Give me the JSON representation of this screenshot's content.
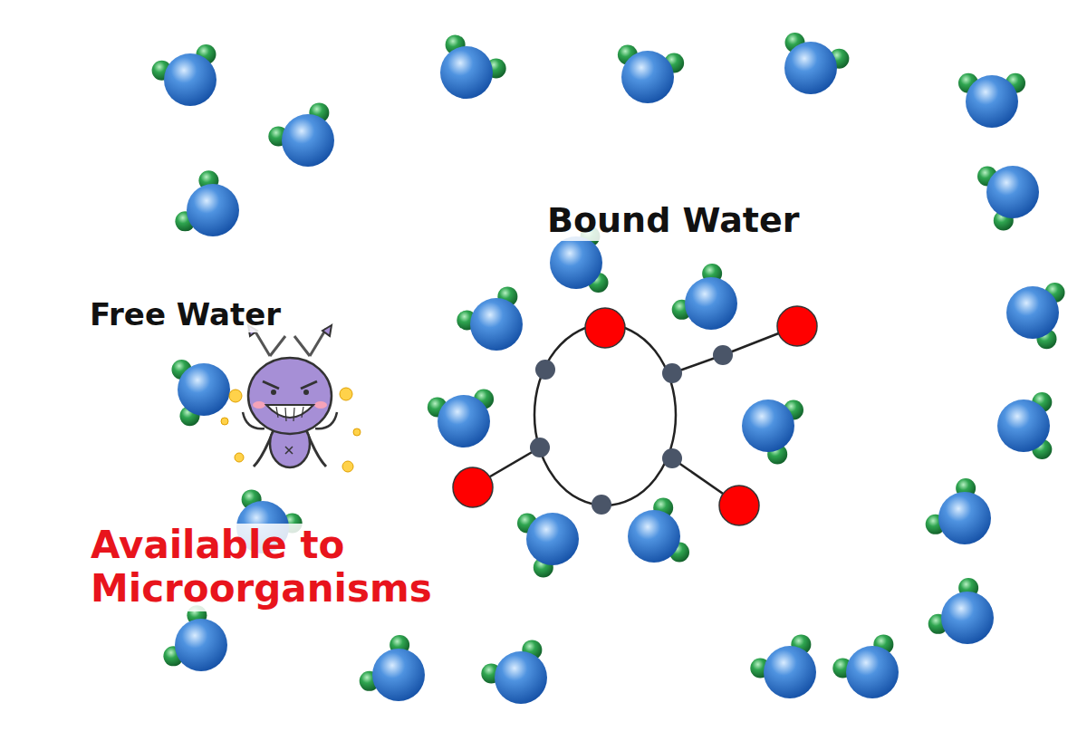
{
  "diagram": {
    "labels": [
      "Bound Water",
      "Free Water",
      "Available to Microorganisms"
    ]
  }
}
